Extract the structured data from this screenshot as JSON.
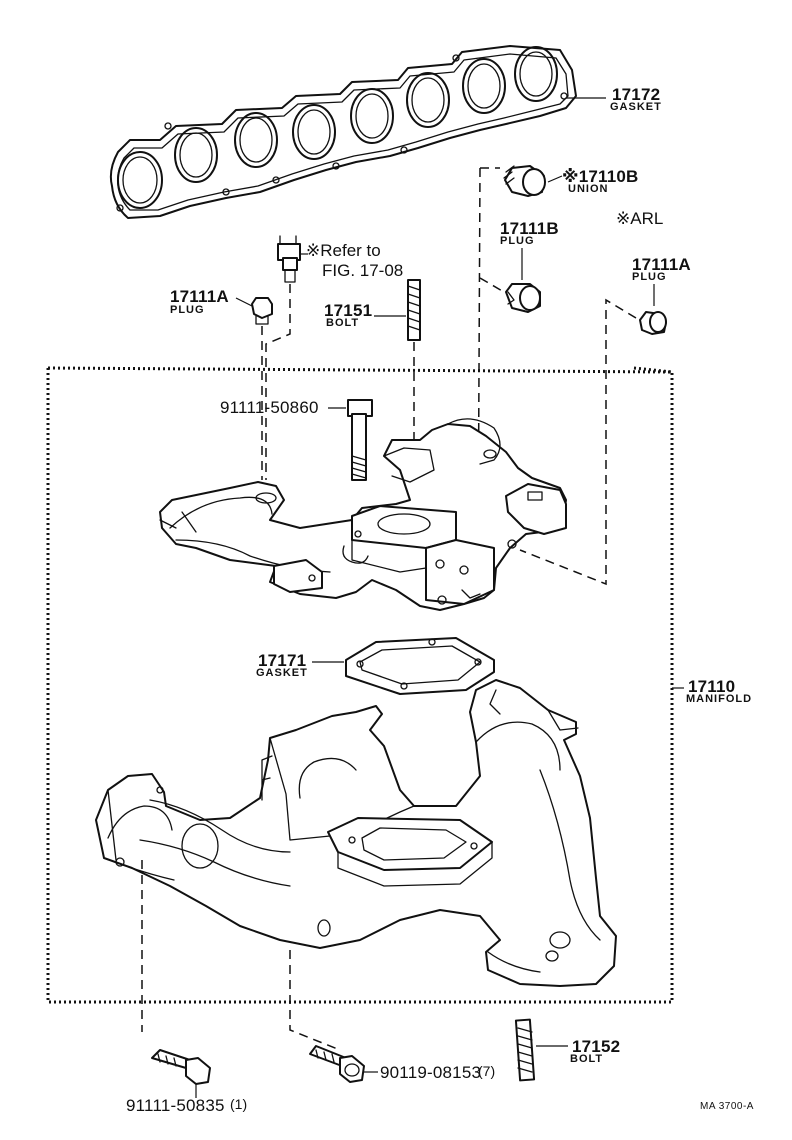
{
  "parts": [
    {
      "id": "gasket_top",
      "number": "17172",
      "name": "GASKET"
    },
    {
      "id": "union",
      "number": "※17110B",
      "name": "UNION"
    },
    {
      "id": "arl_note",
      "number": "※ARL",
      "name": ""
    },
    {
      "id": "plug_b",
      "number": "17111B",
      "name": "PLUG"
    },
    {
      "id": "plug_a_right",
      "number": "17111A",
      "name": "PLUG"
    },
    {
      "id": "sensor_ref",
      "number": "※Refer to",
      "name": "FIG. 17-08"
    },
    {
      "id": "plug_a_left",
      "number": "17111A",
      "name": "PLUG"
    },
    {
      "id": "stud_bolt",
      "number": "17151",
      "name": "BOLT"
    },
    {
      "id": "bolt_upper",
      "number": "91111-50860",
      "name": ""
    },
    {
      "id": "gasket_mid",
      "number": "17171",
      "name": "GASKET"
    },
    {
      "id": "manifold",
      "number": "17110",
      "name": "MANIFOLD"
    },
    {
      "id": "bolt_lower_left",
      "number": "91111-50835",
      "name": "(1)"
    },
    {
      "id": "bolt_lower_mid",
      "number": "90119-08153",
      "name": "(7)"
    },
    {
      "id": "stud_lower",
      "number": "17152",
      "name": "BOLT"
    }
  ],
  "footer": {
    "code": "MA 3700-A"
  }
}
